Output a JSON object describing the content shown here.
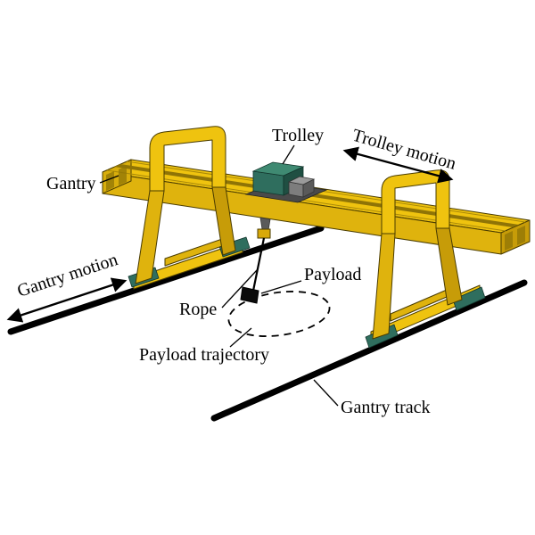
{
  "figure": {
    "labels": {
      "gantry": "Gantry",
      "trolley": "Trolley",
      "trolley_motion": "Trolley motion",
      "gantry_motion": "Gantry motion",
      "rope": "Rope",
      "payload": "Payload",
      "payload_trajectory": "Payload trajectory",
      "gantry_track": "Gantry track"
    },
    "colors": {
      "crane_yellow": "#EFC30F",
      "crane_yellow_shadow": "#D9AE0C",
      "crane_yellow_dark": "#8F7406",
      "machinery_teal": "#2F6E5E",
      "rail_black": "#000000",
      "text_black": "#000000",
      "background": "#FFFFFF"
    }
  }
}
